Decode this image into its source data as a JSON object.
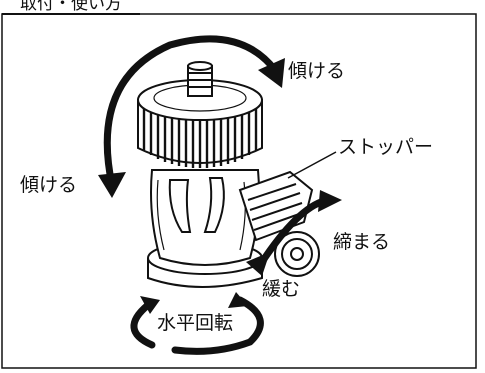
{
  "header": {
    "title": "取付・使い方"
  },
  "labels": {
    "tilt_top": "傾ける",
    "tilt_left": "傾ける",
    "stopper": "ストッパー",
    "tighten": "締まる",
    "loosen": "緩む",
    "horizontal_rotation": "水平回転"
  },
  "colors": {
    "line": "#111111",
    "background": "#ffffff"
  }
}
